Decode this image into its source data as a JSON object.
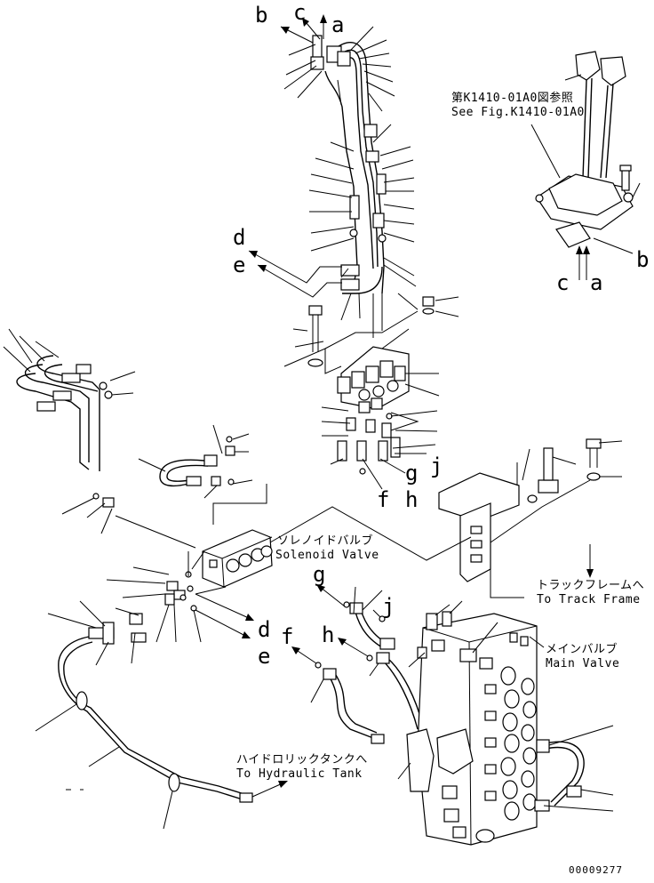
{
  "letters": {
    "b_top": "b",
    "c_top": "c",
    "a_top": "a",
    "a_right": "a",
    "b_right": "b",
    "c_right": "c",
    "d_upper": "d",
    "e_upper": "e",
    "g_mid": "g",
    "j_mid": "j",
    "f_mid": "f",
    "h_mid": "h",
    "g_lower": "g",
    "j_lower": "j",
    "f_lower": "f",
    "h_lower": "h",
    "d_lower": "d",
    "e_lower": "e"
  },
  "labels": {
    "ref_jp": "第K1410-01A0図参照",
    "ref_en": "See Fig.K1410-01A0",
    "solenoid_jp": "ソレノイドバルブ",
    "solenoid_en": "Solenoid Valve",
    "track_jp": "トラックフレームへ",
    "track_en": "To Track Frame",
    "main_jp": "メインバルブ",
    "main_en": "Main Valve",
    "tank_jp": "ハイドロリックタンクへ",
    "tank_en": "To Hydraulic Tank"
  },
  "drawing_number": "00009277"
}
